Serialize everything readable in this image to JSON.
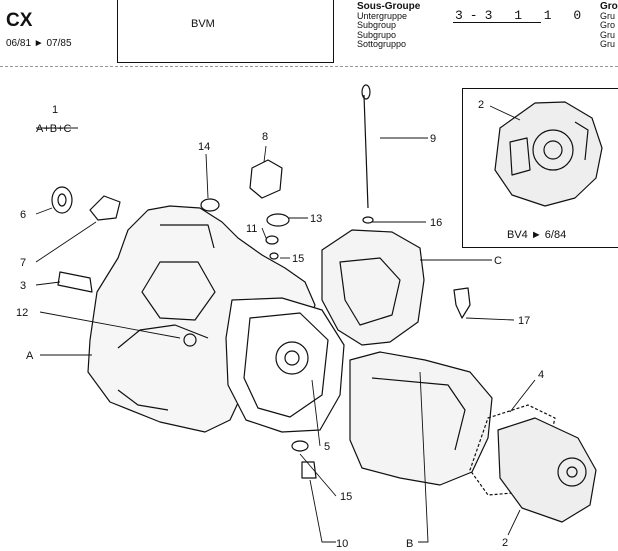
{
  "header": {
    "model": "CX",
    "dates": "06/81 ► 07/85",
    "title": "BVM",
    "group_labels": [
      "Sous-Groupe",
      "Untergruppe",
      "Subgroup",
      "Subgrupo",
      "Sottogruppo"
    ],
    "code": "3-3 1 1 0",
    "right_labels": [
      "Gro",
      "Gru",
      "Gro",
      "Gru",
      "Gru"
    ]
  },
  "legend": {
    "number": "1",
    "formula": "A+B+C"
  },
  "inset": {
    "caption": "BV4 ► 6/84",
    "part": "2"
  },
  "callouts": {
    "c2_top": "2",
    "c2_bottom": "2",
    "c3": "3",
    "c4": "4",
    "c5": "5",
    "c6": "6",
    "c7": "7",
    "c8": "8",
    "c9": "9",
    "c10": "10",
    "c11": "11",
    "c12": "12",
    "c13": "13",
    "c14": "14",
    "c15a": "15",
    "c15b": "15",
    "c16": "16",
    "c17": "17",
    "cA": "A",
    "cB": "B",
    "cC": "C"
  }
}
